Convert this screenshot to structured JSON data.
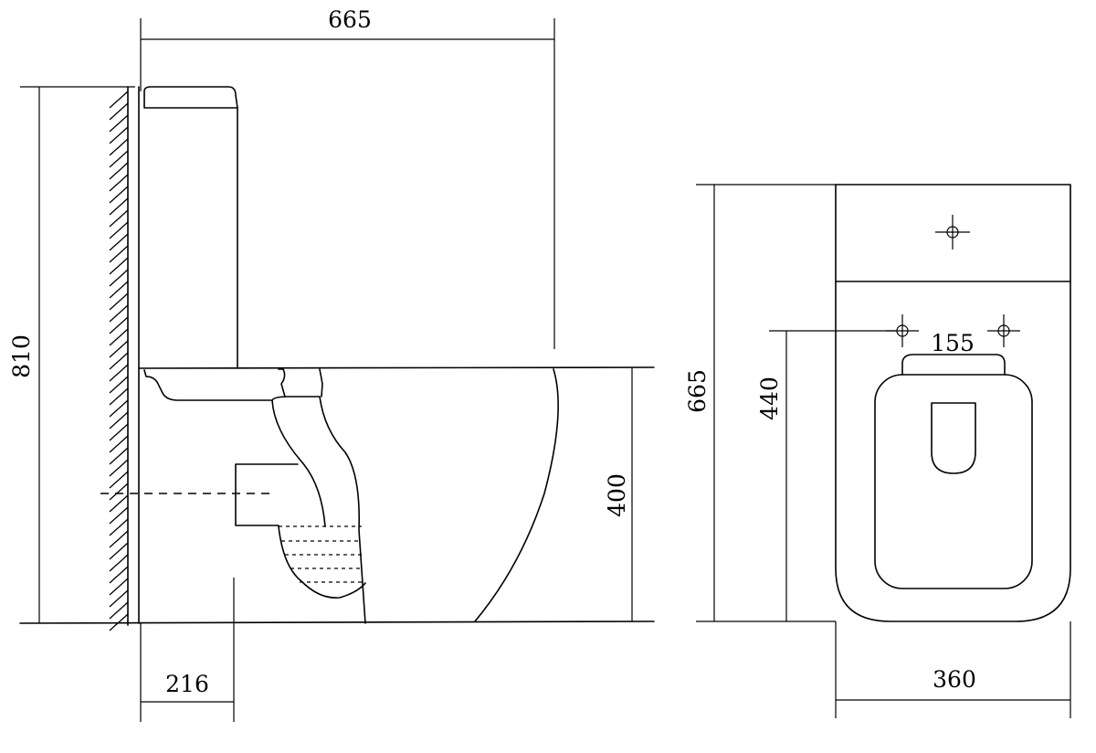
{
  "side_view": {
    "overall_width": "665",
    "overall_height": "810",
    "seat_height": "400",
    "outlet_distance": "216"
  },
  "top_view": {
    "overall_length": "665",
    "fixing_distance": "440",
    "fixing_spacing": "155",
    "overall_width": "360"
  },
  "colors": {
    "line": "#000000",
    "background": "#ffffff"
  }
}
